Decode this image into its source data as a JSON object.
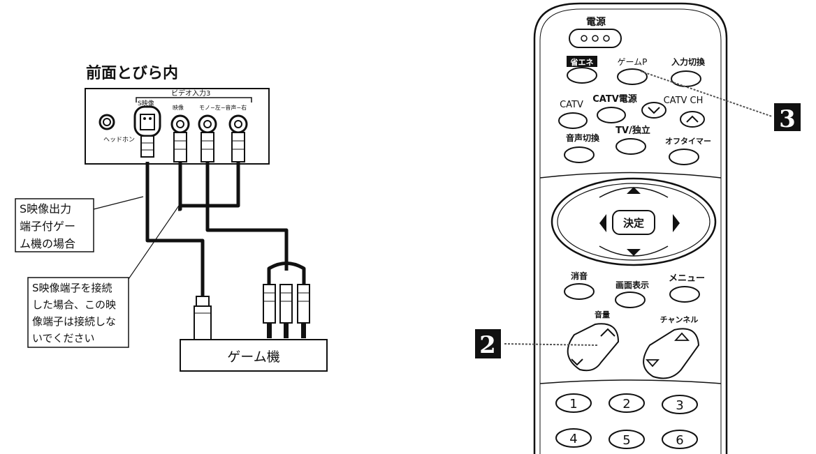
{
  "left_panel": {
    "title": "前面とびら内",
    "terminal_group_label": "ビデオ入力3",
    "s_video_label": "S映像",
    "video_label": "映像",
    "audio_label": "モノ−左−音声−右",
    "headphone_label": "ヘッドホン",
    "callout_s_video": [
      "S映像出力",
      "端子付ゲー",
      "ム機の場合"
    ],
    "callout_note": [
      "S映像端子を接続",
      "した場合、この映",
      "像端子は接続しな",
      "いでください"
    ],
    "game_console_label": "ゲーム機"
  },
  "remote": {
    "power_label": "電源",
    "buttons_row1": [
      "省エネ",
      "ゲームP",
      "入力切換"
    ],
    "buttons_row2": [
      "CATV",
      "CATV電源",
      "CATV CH"
    ],
    "buttons_row3": [
      "音声切換",
      "TV/独立",
      "オフタイマー"
    ],
    "center_label": "決定",
    "buttons_row4": [
      "消音",
      "画面表示",
      "メニュー"
    ],
    "volume_label": "音量",
    "channel_label": "チャンネル",
    "number_keys": [
      "1",
      "2",
      "3",
      "4",
      "5",
      "6"
    ]
  },
  "steps": {
    "step2": "2",
    "step3": "3"
  }
}
